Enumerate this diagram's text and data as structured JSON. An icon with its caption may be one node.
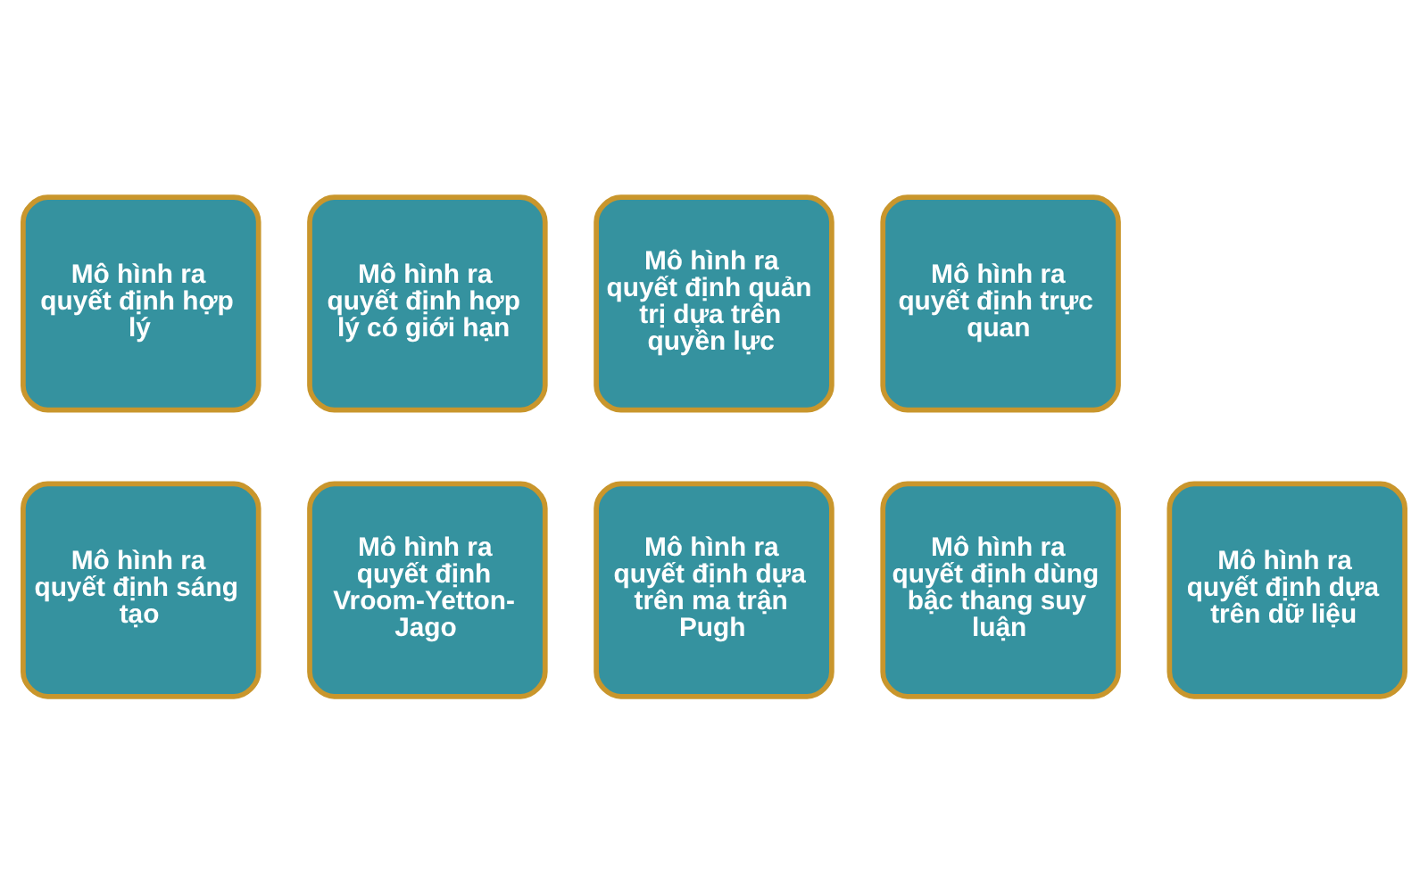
{
  "diagram": {
    "nodes": [
      {
        "text": [
          "Mô hình ra quyết định hợp lý"
        ]
      },
      {
        "text": [
          "Mô hình ra quyết định hợp lý có giới hạn"
        ]
      },
      {
        "text": [
          "Mô hình ra quyết định quản trị dựa trên quyền lực"
        ]
      },
      {
        "text": [
          "Mô hình ra quyết định trực quan"
        ]
      },
      {
        "text": [
          "Mô hình ra quyết định sáng tạo"
        ]
      },
      {
        "text": [
          "Mô hình ra quyết định Vroom-Yetton-Jago"
        ]
      },
      {
        "text": [
          "Mô hình ra quyết định dựa trên ma trận Pugh"
        ]
      },
      {
        "text": [
          "Mô hình ra quyết định dùng bậc thang suy luận"
        ]
      },
      {
        "text": [
          "Mô hình ra quyết định dựa trên dữ liệu"
        ]
      }
    ]
  }
}
